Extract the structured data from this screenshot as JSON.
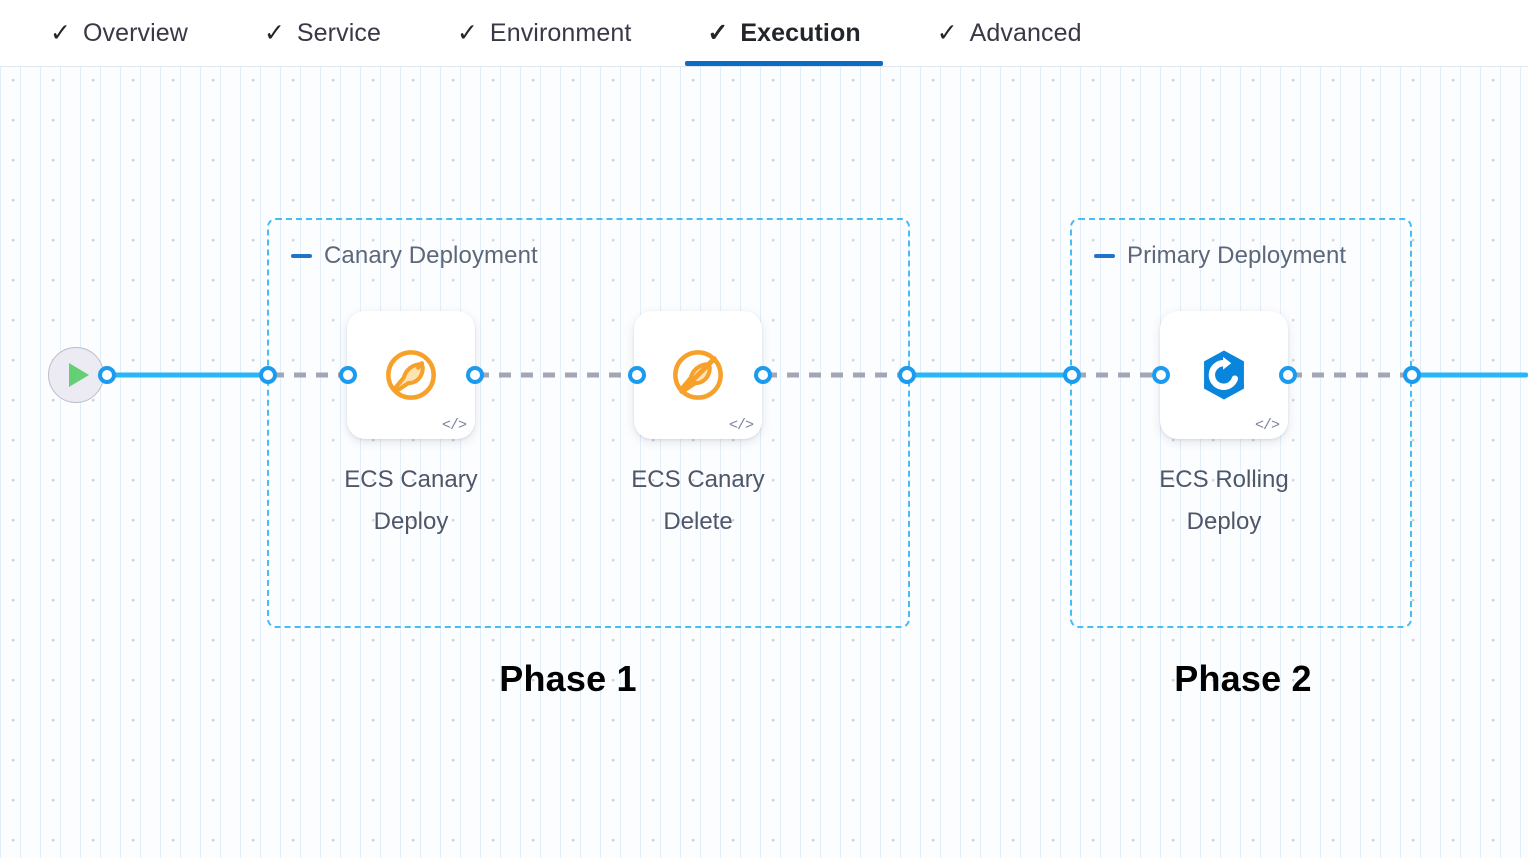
{
  "tabs": {
    "check_glyph": "✓",
    "items": [
      {
        "label": "Overview",
        "active": false
      },
      {
        "label": "Service",
        "active": false
      },
      {
        "label": "Environment",
        "active": false
      },
      {
        "label": "Execution",
        "active": true
      },
      {
        "label": "Advanced",
        "active": false
      }
    ]
  },
  "colors": {
    "accent_blue": "#0b6bc8",
    "edge_active": "#29b6f6",
    "edge_inactive": "#a3a6b4",
    "port_ring": "#1b9bf0",
    "group_border": "#45bdf5",
    "canary_orange": "#f7a02a",
    "rolling_blue": "#0a85dd",
    "play_green": "#64cf75"
  },
  "canvas": {
    "start_node": {
      "name": "pipeline-start",
      "icon": "play-icon"
    },
    "groups": [
      {
        "id": "canary-deployment",
        "title": "Canary Deployment",
        "collapse_icon": "minus-icon",
        "phase_label": "Phase 1"
      },
      {
        "id": "primary-deployment",
        "title": "Primary Deployment",
        "collapse_icon": "minus-icon",
        "phase_label": "Phase 2"
      }
    ],
    "steps": [
      {
        "id": "ecs-canary-deploy",
        "label": "ECS Canary\nDeploy",
        "icon": "canary-bird-icon",
        "badge": "</>"
      },
      {
        "id": "ecs-canary-delete",
        "label": "ECS Canary\nDelete",
        "icon": "canary-bird-delete-icon",
        "badge": "</>"
      },
      {
        "id": "ecs-rolling-deploy",
        "label": "ECS Rolling\nDeploy",
        "icon": "ecs-rolling-deploy-icon",
        "badge": "</>"
      }
    ]
  }
}
